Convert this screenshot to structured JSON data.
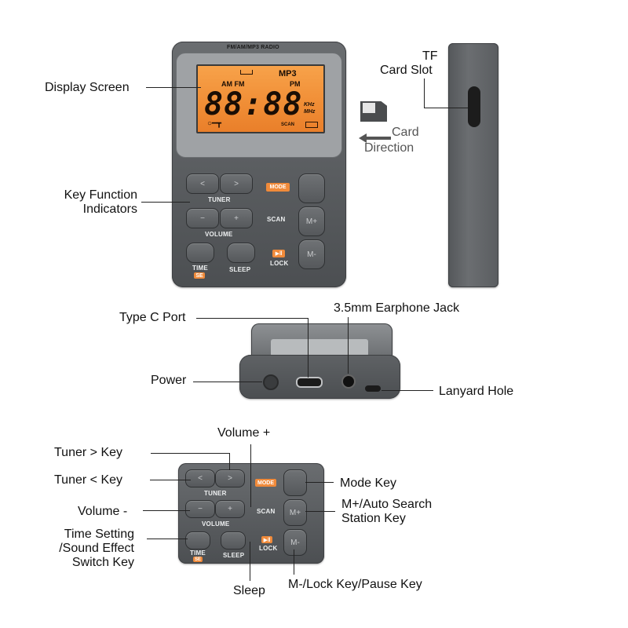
{
  "labels": {
    "display_screen": "Display Screen",
    "key_function_1": "Key Function",
    "key_function_2": "Indicators",
    "tf_1": "TF",
    "tf_2": "Card Slot",
    "card_1": "Card",
    "card_2": "Direction",
    "type_c": "Type C Port",
    "earphone": "3.5mm Earphone Jack",
    "power": "Power",
    "lanyard": "Lanyard Hole",
    "volume_plus": "Volume +",
    "tuner_gt": "Tuner > Key",
    "tuner_lt": "Tuner < Key",
    "volume_minus": "Volume -",
    "time_1": "Time Setting",
    "time_2": "/Sound Effect",
    "time_3": "Switch Key",
    "sleep": "Sleep",
    "mode_key": "Mode Key",
    "mplus_1": "M+/Auto Search",
    "mplus_2": "Station Key",
    "mminus": "M-/Lock Key/Pause Key"
  },
  "device": {
    "header": "FM/AM/MP3 RADIO",
    "lcd": {
      "mp3": "MP3",
      "am_fm": "AM FM",
      "pm": "PM",
      "digits": "88:88",
      "khz": "KHz",
      "mhz": "MHz",
      "scan": "SCAN"
    },
    "keys": {
      "tuner": "TUNER",
      "volume": "VOLUME",
      "mode": "MODE",
      "scan": "SCAN",
      "lock": "LOCK",
      "time": "TIME",
      "se": "SE",
      "sleep": "SLEEP",
      "mplus": "M+",
      "mminus": "M-",
      "prev": "<",
      "next": ">",
      "minus": "−",
      "plus": "+",
      "play": "▶‖"
    }
  },
  "colors": {
    "lcd_orange": "#f08d35",
    "body_gray": "#5b5e61",
    "accent_orange": "#f08a3a"
  }
}
